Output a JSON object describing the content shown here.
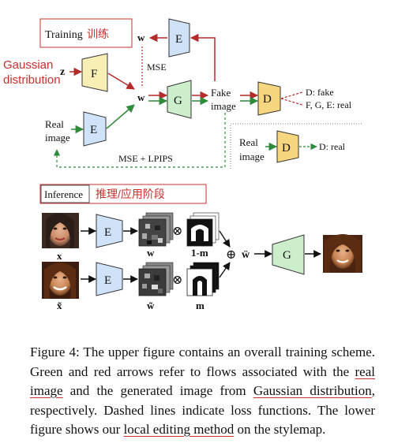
{
  "training": {
    "title": "Training",
    "title_cn": "训练",
    "z": "z",
    "gauss_line1": "Gaussian",
    "gauss_line2": "distribution",
    "F": "F",
    "E_top": "E",
    "w_top": "w",
    "mse": "MSE",
    "w_mid": "w",
    "G": "G",
    "fake_line1": "Fake",
    "fake_line2": "image",
    "D": "D",
    "d_fake": "D: fake",
    "fge_real": "F, G, E: real",
    "real_line1": "Real",
    "real_line2": "image",
    "E_mid": "E",
    "mse_lpips": "MSE + LPIPS",
    "real2_line1": "Real",
    "real2_line2": "image",
    "D2": "D",
    "d_real": "D: real"
  },
  "inference": {
    "title": "Inference",
    "title_cn": "推理/应用阶段",
    "E1": "E",
    "E2": "E",
    "x": "x",
    "x_tilde": "x̃",
    "w": "w",
    "w_tilde": "w̃",
    "one_minus_m": "1-m",
    "m": "m",
    "otimes1": "⊗",
    "otimes2": "⊗",
    "oplus": "⊕",
    "w_ddot": "ẅ",
    "G": "G"
  },
  "caption": {
    "p1": "Figure 4: The upper figure contains an overall training scheme. Green and red arrows refer to flows associated with the ",
    "u1": "real image",
    "p2": " and the generated image from ",
    "u2": "Gaussian distribution",
    "p3": ", respectively. Dashed lines indicate loss functions. The lower figure shows our ",
    "u3": "local editing method",
    "p4": " on the stylemap."
  },
  "colors": {
    "encoder_fill": "#cfe2f8",
    "generator_fill": "#cdeecb",
    "mapping_fill": "#f7efb4",
    "discriminator_fill": "#f6d77f",
    "green_arrow": "#2e8b3a",
    "red_arrow": "#b52a2a",
    "annotation_red": "#c9302c"
  }
}
